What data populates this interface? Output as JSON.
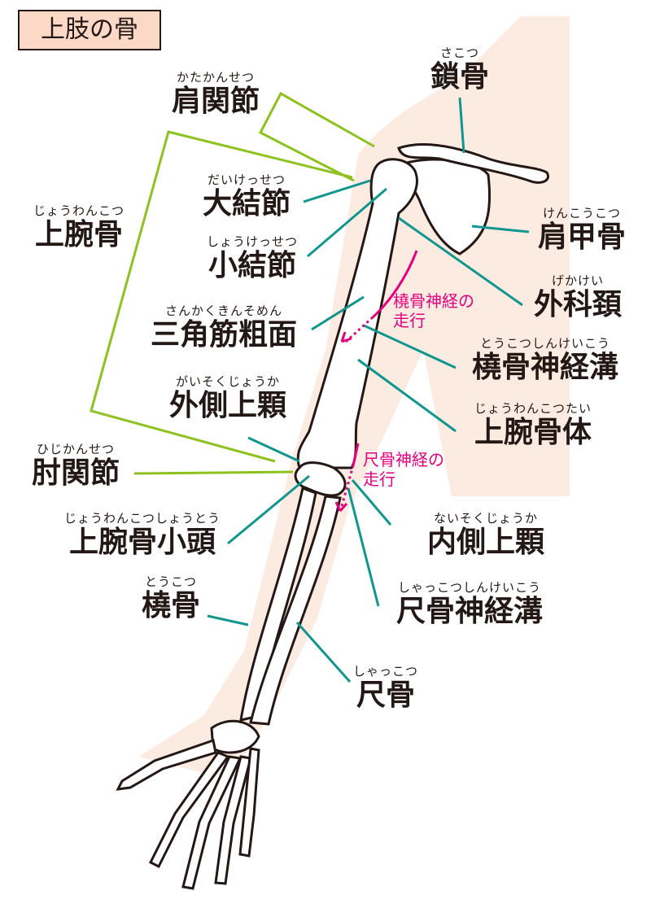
{
  "title": "上肢の骨",
  "colors": {
    "skin": "#fcebe1",
    "teal": "#10968f",
    "green": "#8dc21f",
    "magenta": "#e4007f",
    "bone": "#ffffff",
    "outline": "#231815"
  },
  "labels": {
    "shoulder_joint": {
      "ruby": "かたかんせつ",
      "name": "肩関節"
    },
    "clavicle": {
      "ruby": "さこつ",
      "name": "鎖骨"
    },
    "greater_tubercle": {
      "ruby": "だいけっせつ",
      "name": "大結節"
    },
    "humerus": {
      "ruby": "じょうわんこつ",
      "name": "上腕骨"
    },
    "lesser_tubercle": {
      "ruby": "しょうけっせつ",
      "name": "小結節"
    },
    "scapula": {
      "ruby": "けんこうこつ",
      "name": "肩甲骨"
    },
    "surgical_neck": {
      "ruby": "げかけい",
      "name": "外科頚"
    },
    "deltoid_tuberosity": {
      "ruby": "さんかくきんそめん",
      "name": "三角筋粗面"
    },
    "radial_groove": {
      "ruby": "とうこつしんけいこう",
      "name": "橈骨神経溝"
    },
    "lateral_epicondyle": {
      "ruby": "がいそくじょうか",
      "name": "外側上顆"
    },
    "humerus_body": {
      "ruby": "じょうわんこつたい",
      "name": "上腕骨体"
    },
    "elbow_joint": {
      "ruby": "ひじかんせつ",
      "name": "肘関節"
    },
    "capitulum": {
      "ruby": "じょうわんこつしょうとう",
      "name": "上腕骨小頭"
    },
    "medial_epicondyle": {
      "ruby": "ないそくじょうか",
      "name": "内側上顆"
    },
    "radius": {
      "ruby": "とうこつ",
      "name": "橈骨"
    },
    "ulnar_groove": {
      "ruby": "しゃっこつしんけいこう",
      "name": "尺骨神経溝"
    },
    "ulna": {
      "ruby": "しゃっこつ",
      "name": "尺骨"
    }
  },
  "nerves": {
    "radial": {
      "line1": "橈骨神経の",
      "line2": "走行"
    },
    "ulnar": {
      "line1": "尺骨神経の",
      "line2": "走行"
    }
  }
}
